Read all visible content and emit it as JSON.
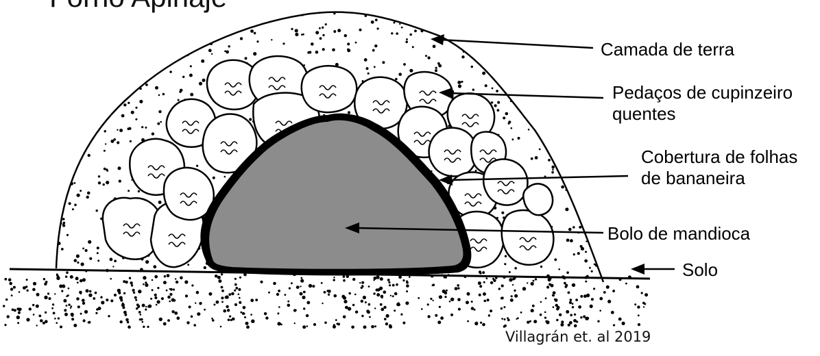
{
  "title": "Forno Apinajé",
  "labels": {
    "camada": "Camada de terra",
    "pedacos_1": "Pedaços de cupinzeiro",
    "pedacos_2": "quentes",
    "cobertura_1": "Cobertura de folhas",
    "cobertura_2": "de bananeira",
    "bolo": "Bolo de mandioca",
    "solo": "Solo"
  },
  "credit": "Villagrán et. al 2019",
  "colors": {
    "ink": "#000000",
    "cake_fill": "#8c8c8c",
    "background": "#ffffff"
  }
}
